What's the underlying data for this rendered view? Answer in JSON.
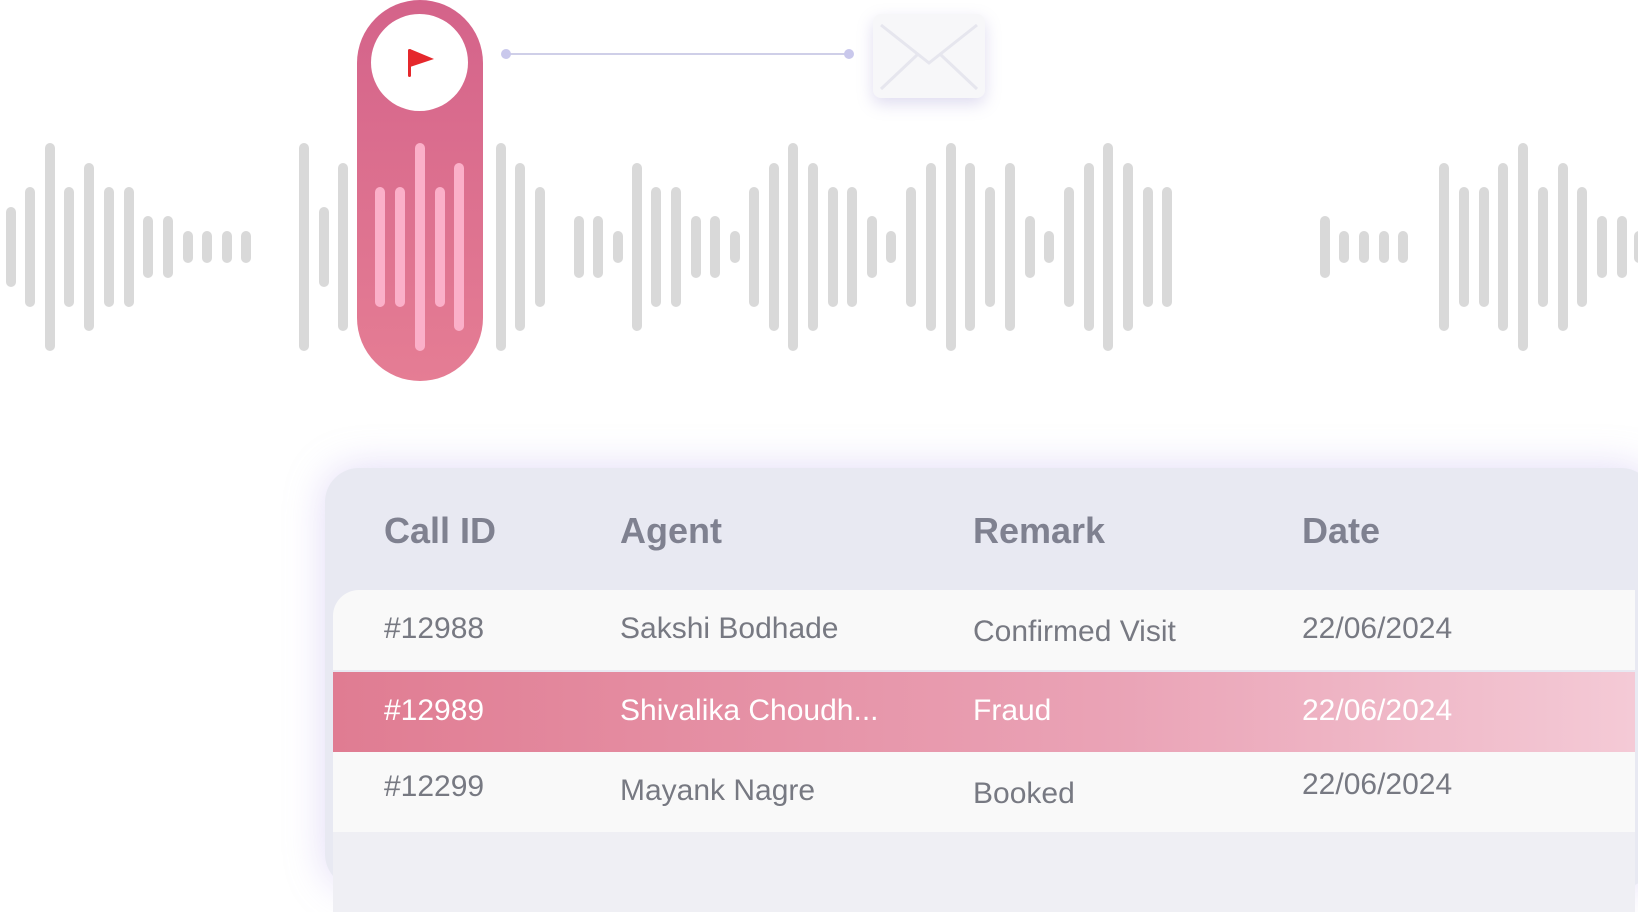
{
  "waveform": {
    "bar_color": "#d9d9d9",
    "highlight_color": "#fbb0c9",
    "flag_icon": "flag-icon",
    "flag_color": "#e5282c",
    "mail_icon": "envelope-icon"
  },
  "table": {
    "headers": {
      "call_id": "Call ID",
      "agent": "Agent",
      "remark": "Remark",
      "date": "Date"
    },
    "rows": [
      {
        "call_id": "#12988",
        "agent": "Sakshi Bodhade",
        "remark": "Confirmed Visit",
        "date": "22/06/2024"
      },
      {
        "call_id": "#12989",
        "agent": "Shivalika Choudh...",
        "remark": "Fraud",
        "date": "22/06/2024"
      },
      {
        "call_id": "#12299",
        "agent": "Mayank Nagre",
        "remark": "Booked",
        "date": "22/06/2024"
      }
    ],
    "highlight_color": "#e07c92"
  }
}
